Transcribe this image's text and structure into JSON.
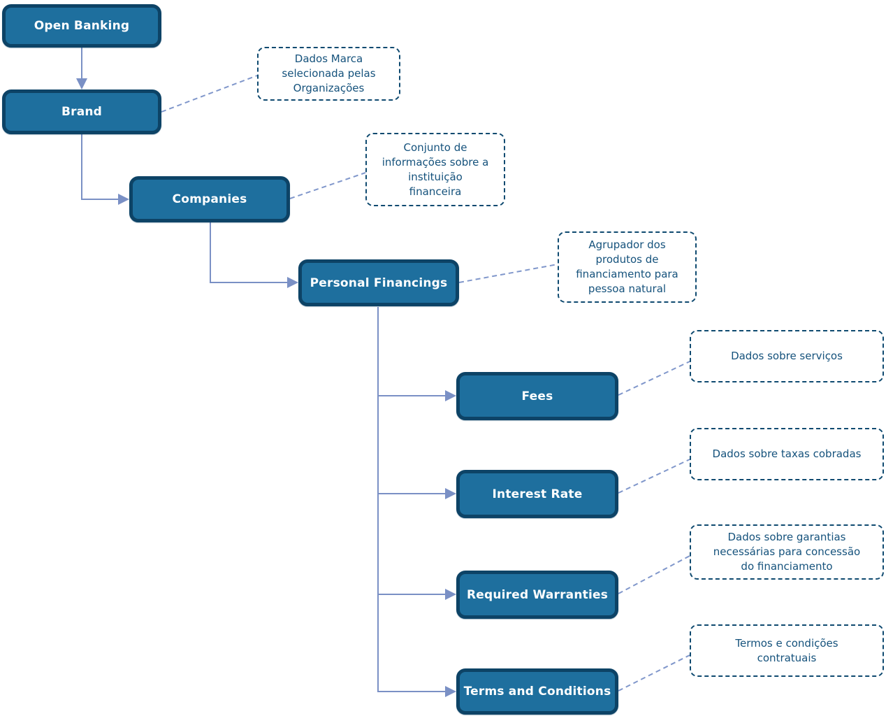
{
  "diagram": {
    "type": "hierarchy-flowchart",
    "colors": {
      "node_fill": "#1e6f9e",
      "node_border": "#0d4366",
      "node_text": "#ffffff",
      "note_border": "#0f4a70",
      "note_text": "#15527c",
      "connector_solid": "#7a90c5",
      "connector_dashed": "#8097cb",
      "background": "#ffffff"
    },
    "nodes": [
      {
        "id": "open-banking",
        "label": "Open Banking",
        "parent": null
      },
      {
        "id": "brand",
        "label": "Brand",
        "parent": "open-banking"
      },
      {
        "id": "companies",
        "label": "Companies",
        "parent": "brand"
      },
      {
        "id": "personal-financings",
        "label": "Personal Financings",
        "parent": "companies"
      },
      {
        "id": "fees",
        "label": "Fees",
        "parent": "personal-financings"
      },
      {
        "id": "interest-rate",
        "label": "Interest Rate",
        "parent": "personal-financings"
      },
      {
        "id": "required-warranties",
        "label": "Required Warranties",
        "parent": "personal-financings"
      },
      {
        "id": "terms-and-conditions",
        "label": "Terms and Conditions",
        "parent": "personal-financings"
      }
    ],
    "annotations": [
      {
        "for": "brand",
        "text": "Dados Marca selecionada pelas Organizações",
        "lines": [
          "Dados Marca",
          "selecionada pelas",
          "Organizações"
        ]
      },
      {
        "for": "companies",
        "text": "Conjunto de informações sobre a instituição financeira",
        "lines": [
          "Conjunto de",
          "informações sobre a",
          "instituição",
          "financeira"
        ]
      },
      {
        "for": "personal-financings",
        "text": "Agrupador dos produtos de financiamento para pessoa natural",
        "lines": [
          "Agrupador dos",
          "produtos de",
          "financiamento para",
          "pessoa natural"
        ]
      },
      {
        "for": "fees",
        "text": "Dados sobre serviços",
        "lines": [
          "Dados sobre serviços"
        ]
      },
      {
        "for": "interest-rate",
        "text": "Dados sobre taxas cobradas",
        "lines": [
          "Dados sobre taxas cobradas"
        ]
      },
      {
        "for": "required-warranties",
        "text": "Dados sobre garantias necessárias para concessão do financiamento",
        "lines": [
          "Dados sobre garantias",
          "necessárias para concessão",
          "do financiamento"
        ]
      },
      {
        "for": "terms-and-conditions",
        "text": "Termos e condições contratuais",
        "lines": [
          "Termos e condições",
          "contratuais"
        ]
      }
    ]
  }
}
